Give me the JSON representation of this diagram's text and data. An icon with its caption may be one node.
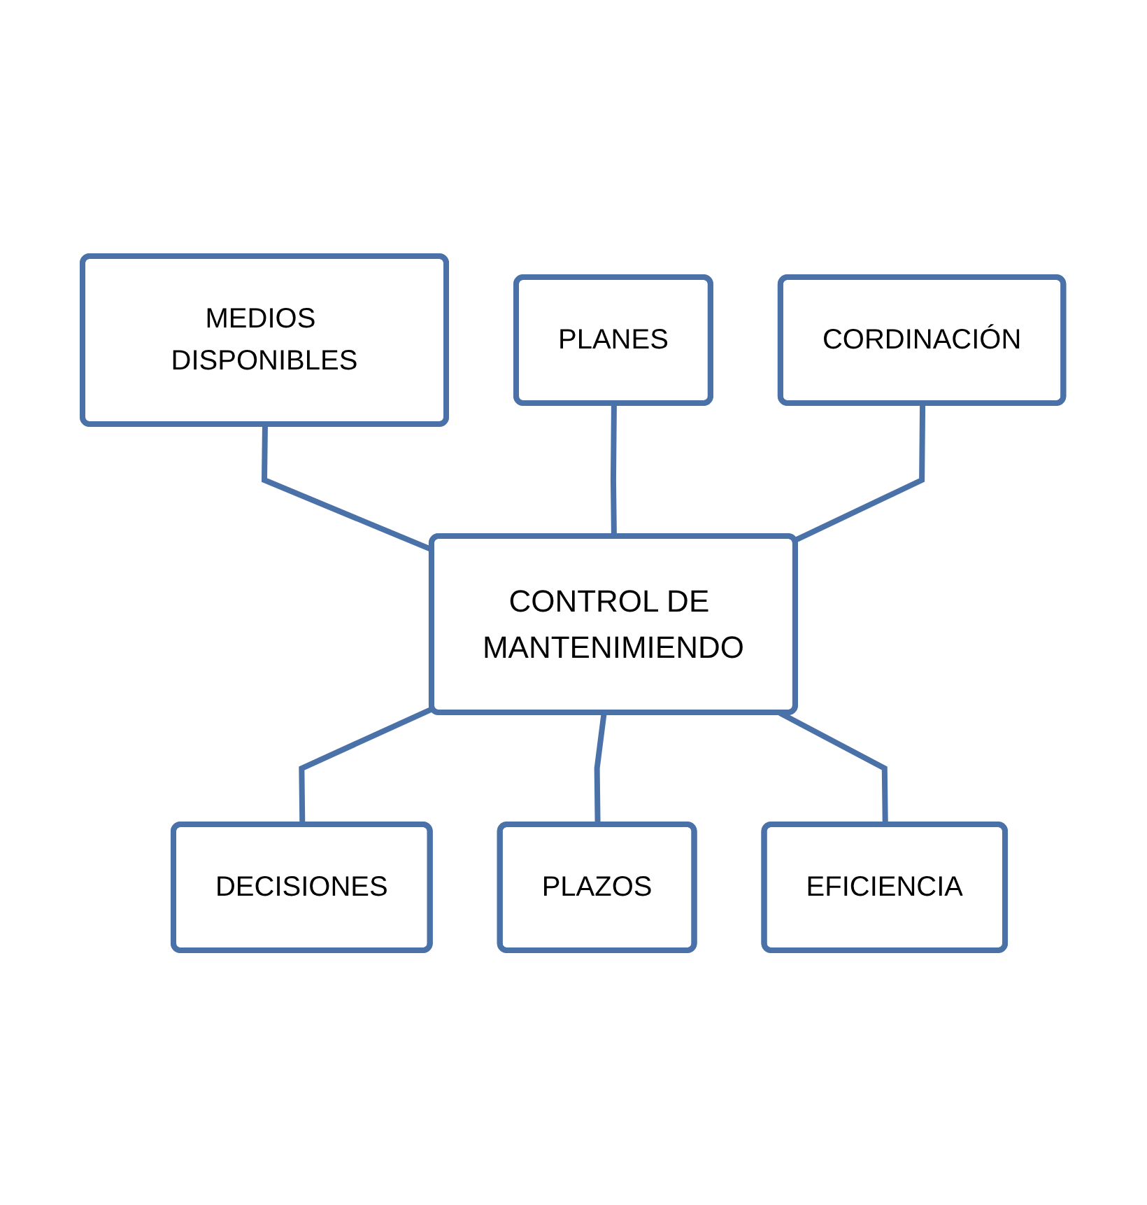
{
  "diagram": {
    "nodes": [
      {
        "text": [
          "MEDIOS DISPONIBLES"
        ]
      },
      {
        "text": [
          "PLANES"
        ]
      },
      {
        "text": [
          "CORDINACIÓN"
        ]
      },
      {
        "text": [
          "CONTROL DE MANTENIMIENDO"
        ]
      },
      {
        "text": [
          "DECISIONES"
        ]
      },
      {
        "text": [
          "PLAZOS"
        ]
      },
      {
        "text": [
          "EFICIENCIA"
        ]
      }
    ],
    "edges": [
      {
        "from": 0,
        "to": 3,
        "arrow": "none"
      },
      {
        "from": 1,
        "to": 3,
        "arrow": "none"
      },
      {
        "from": 2,
        "to": 3,
        "arrow": "none"
      },
      {
        "from": 3,
        "to": 4,
        "arrow": "none"
      },
      {
        "from": 3,
        "to": 5,
        "arrow": "none"
      },
      {
        "from": 3,
        "to": 6,
        "arrow": "none"
      }
    ]
  }
}
